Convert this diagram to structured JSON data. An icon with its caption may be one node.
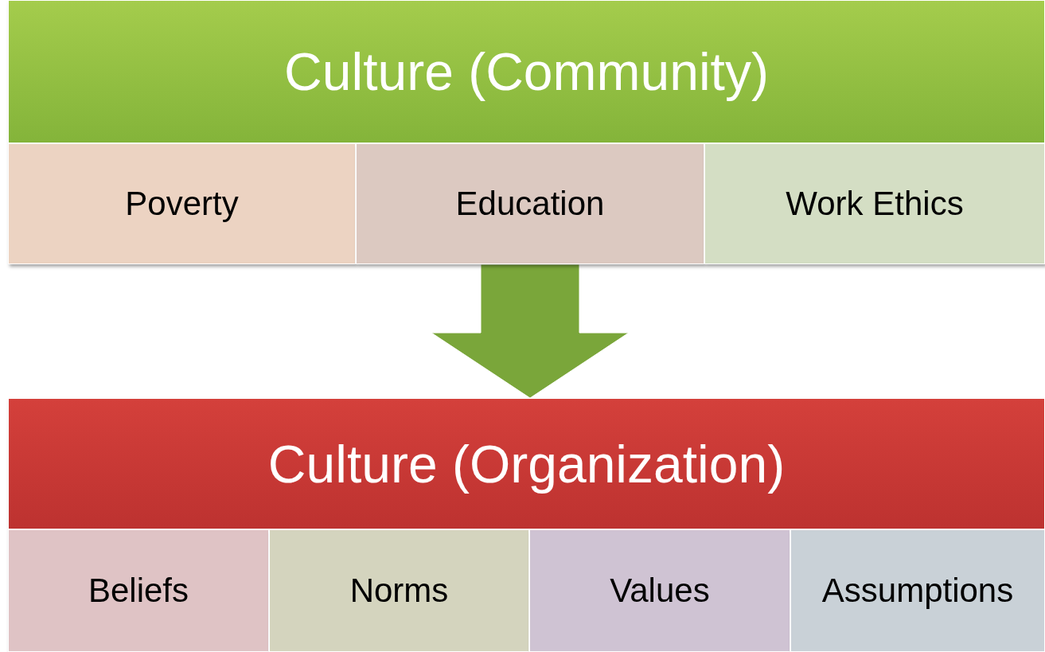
{
  "diagram": {
    "nodes": [
      {
        "text": [
          "Culture (Community)"
        ]
      },
      {
        "text": [
          "Poverty"
        ]
      },
      {
        "text": [
          "Education"
        ]
      },
      {
        "text": [
          "Work Ethics"
        ]
      },
      {
        "text": [
          "Culture (Organization)"
        ]
      },
      {
        "text": [
          "Beliefs"
        ]
      },
      {
        "text": [
          "Norms"
        ]
      },
      {
        "text": [
          "Values"
        ]
      },
      {
        "text": [
          "Assumptions"
        ]
      }
    ],
    "edges": [
      {
        "from": 2,
        "to": 4,
        "arrow": "to"
      }
    ]
  }
}
